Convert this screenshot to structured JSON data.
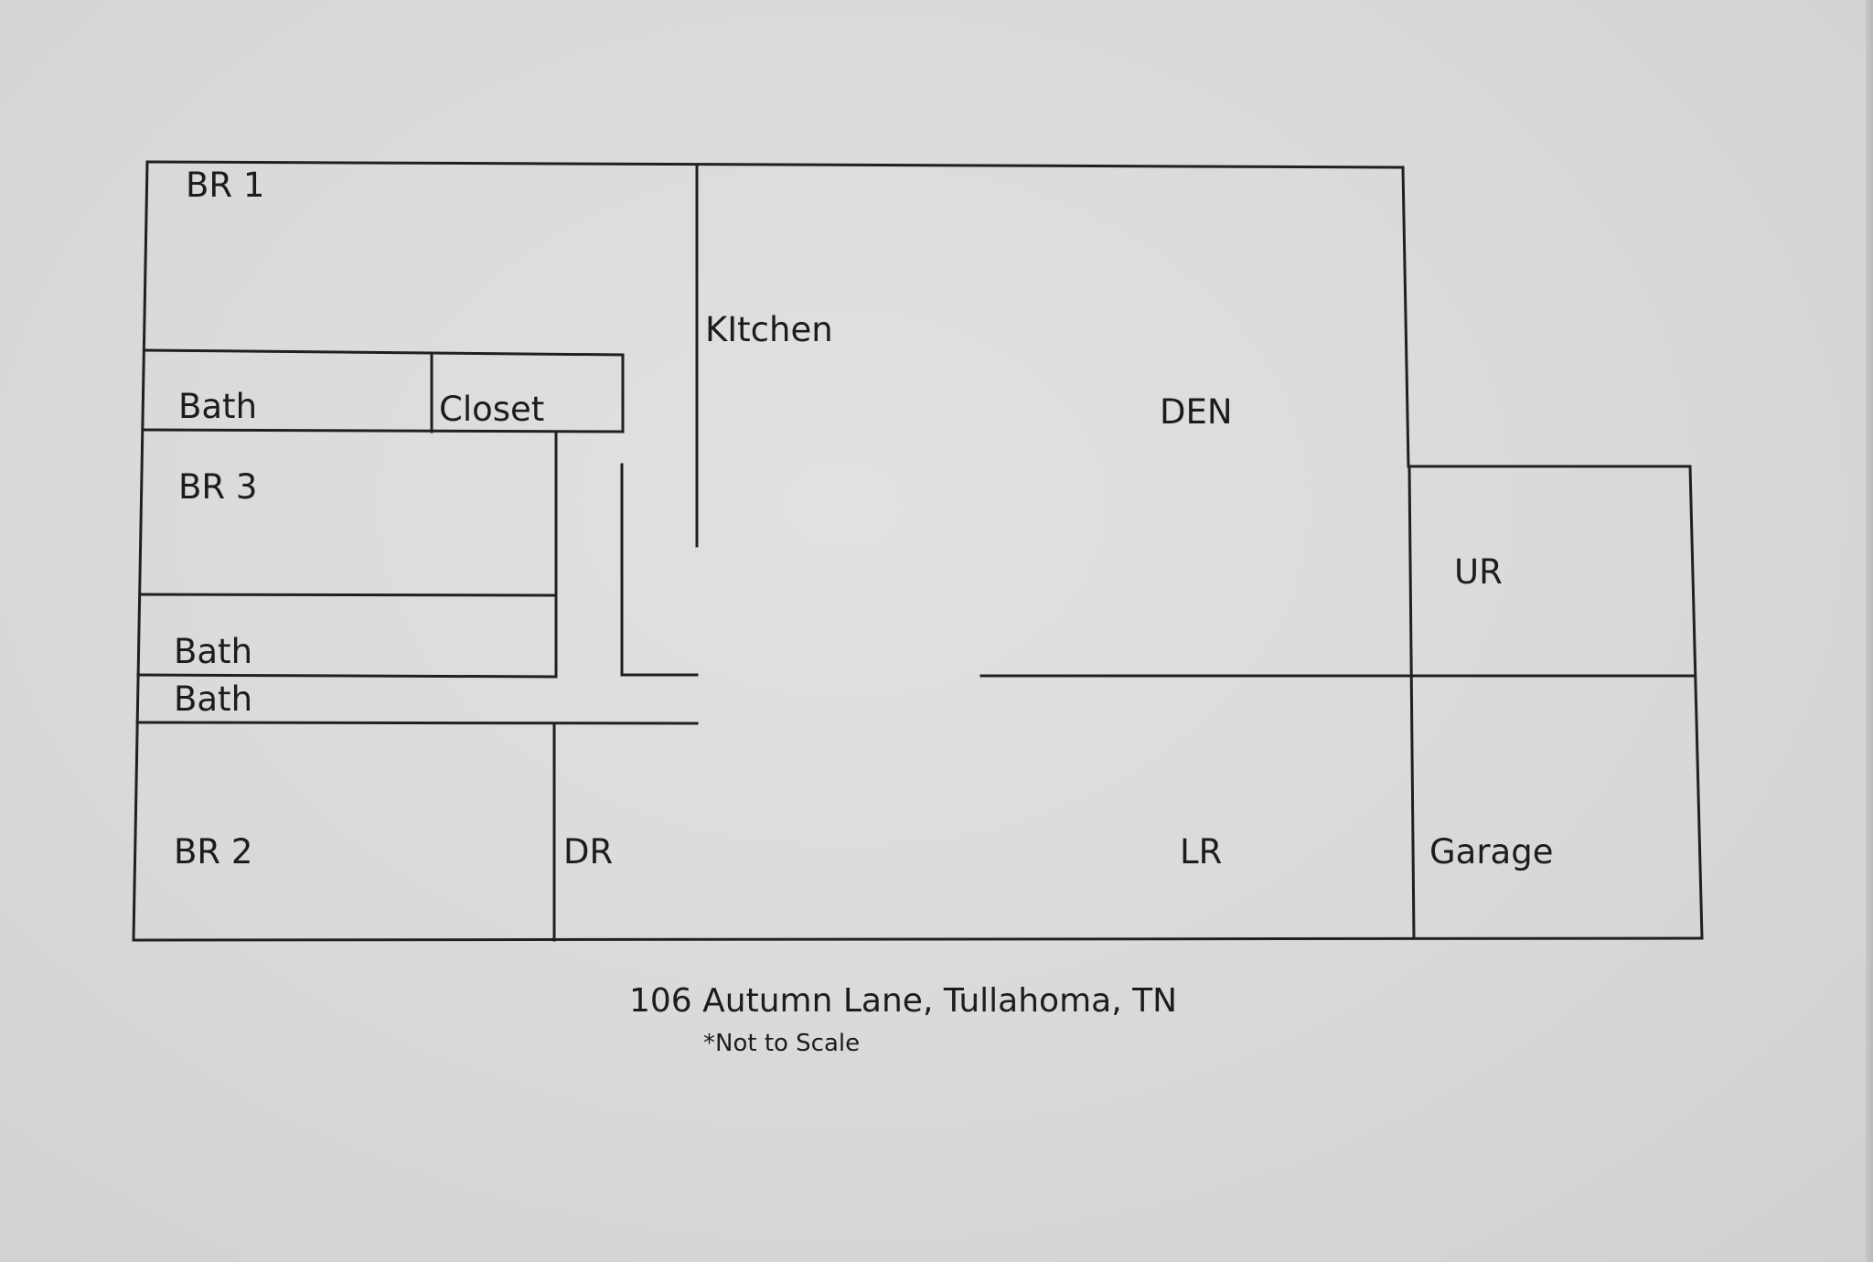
{
  "plan": {
    "rooms": {
      "br1": "BR 1",
      "kitchen": "KItchen",
      "bath_top": "Bath",
      "closet": "Closet",
      "den": "DEN",
      "br3": "BR 3",
      "ur": "UR",
      "bath_mid": "Bath",
      "bath_low": "Bath",
      "br2": "BR 2",
      "dr": "DR",
      "lr": "LR",
      "garage": "Garage"
    },
    "address": "106 Autumn Lane, Tullahoma, TN",
    "scale_note": "*Not to Scale"
  }
}
